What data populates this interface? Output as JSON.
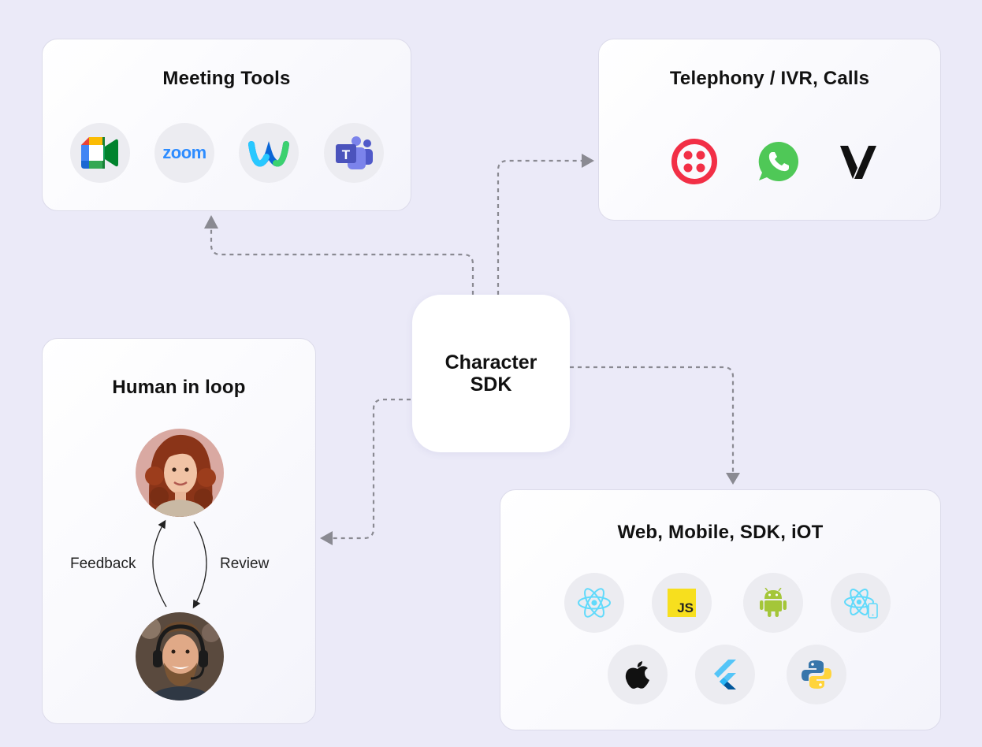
{
  "center": {
    "line1": "Character",
    "line2": "SDK"
  },
  "meeting": {
    "title": "Meeting Tools",
    "icons": [
      {
        "name": "google-meet-icon"
      },
      {
        "name": "zoom-icon",
        "text": "zoom"
      },
      {
        "name": "webex-icon"
      },
      {
        "name": "microsoft-teams-icon",
        "text": "T"
      }
    ]
  },
  "telephony": {
    "title": "Telephony / IVR, Calls",
    "icons": [
      {
        "name": "twilio-icon"
      },
      {
        "name": "whatsapp-icon"
      },
      {
        "name": "vonage-icon"
      }
    ]
  },
  "human": {
    "title": "Human in loop",
    "feedback_label": "Feedback",
    "review_label": "Review"
  },
  "web": {
    "title": "Web, Mobile, SDK, iOT",
    "icons": [
      {
        "name": "react-icon"
      },
      {
        "name": "javascript-icon",
        "text": "JS"
      },
      {
        "name": "android-icon"
      },
      {
        "name": "react-native-icon"
      },
      {
        "name": "apple-icon"
      },
      {
        "name": "flutter-icon"
      },
      {
        "name": "python-icon"
      }
    ]
  },
  "colors": {
    "background": "#ebeaf8",
    "connector": "#8a8a92",
    "twilio": "#f22f46",
    "whatsapp": "#4fc857",
    "react": "#61dafb",
    "js": "#f7df1e",
    "android": "#a4c639"
  }
}
